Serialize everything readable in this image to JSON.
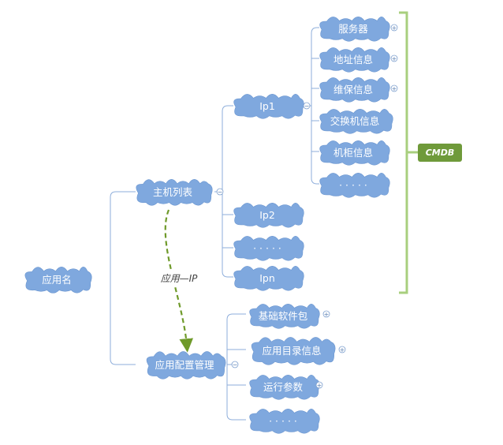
{
  "colors": {
    "cloud": "#7fa8de",
    "cloud_edge": "#6b96d0",
    "line": "#8eaedb",
    "brace": "#a8cf7e",
    "badge": "#6f9a3a",
    "relation": "#6f9a2a"
  },
  "nodes": {
    "root": "应用名",
    "host_list": "主机列表",
    "config_mgmt": "应用配置管理",
    "ip1": "Ip1",
    "ip2": "Ip2",
    "ip_more": "· · · · ·",
    "ipn": "Ipn",
    "server": "服务器",
    "address": "地址信息",
    "warranty": "维保信息",
    "switch": "交换机信息",
    "cabinet": "机柜信息",
    "ip1_more": "· · · · ·",
    "base_pkg": "基础软件包",
    "app_dir": "应用目录信息",
    "run_params": "运行参数",
    "config_more": "· · · · ·"
  },
  "toggles": {
    "collapse": "−",
    "expand": "+"
  },
  "cmdb_label": "CMDB",
  "relation_label": "应用—IP"
}
